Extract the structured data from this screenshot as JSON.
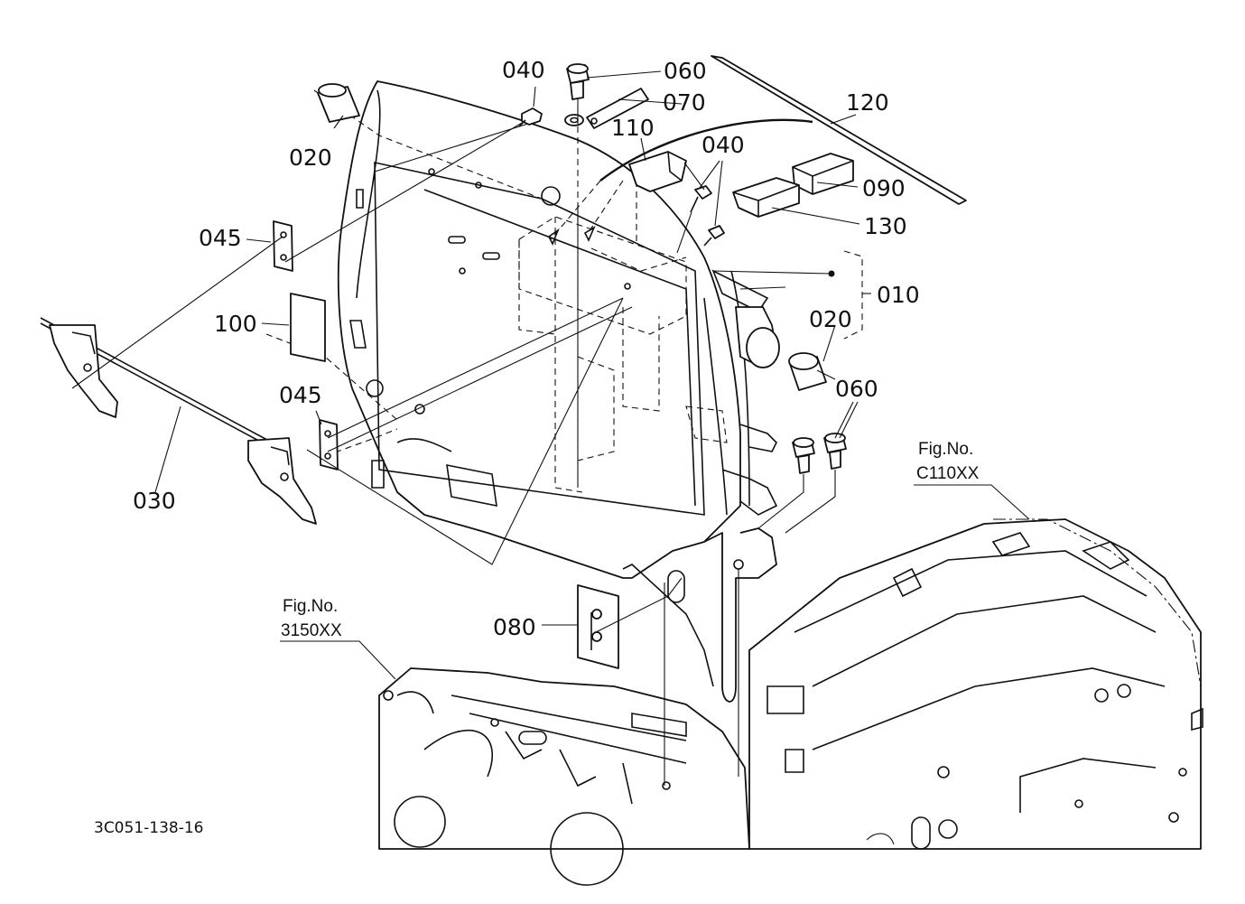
{
  "callouts": {
    "c010": "010",
    "c020_top": "020",
    "c020_right": "020",
    "c030": "030",
    "c040_top": "040",
    "c040_right": "040",
    "c045_top": "045",
    "c045_mid": "045",
    "c060_top": "060",
    "c060_right": "060",
    "c070": "070",
    "c080": "080",
    "c090": "090",
    "c100": "100",
    "c110": "110",
    "c120": "120",
    "c130": "130"
  },
  "references": {
    "fig_label_1": "Fig.No.",
    "fig_code_1": "C110XX",
    "fig_label_2": "Fig.No.",
    "fig_code_2": "3150XX"
  },
  "drawing_code": "3C051-138-16"
}
